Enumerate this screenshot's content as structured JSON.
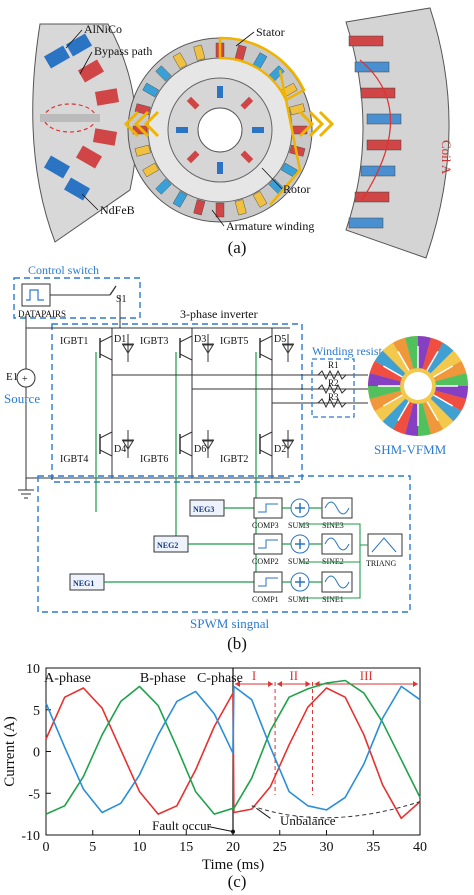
{
  "panel_a": {
    "labels": {
      "alnico": "AlNiCo",
      "bypass": "Bypass path",
      "ndfeb": "NdFeB",
      "stator": "Stator",
      "rotor": "Rotor",
      "armature": "Armature winding",
      "coil": "Coil A"
    },
    "caption": "(a)"
  },
  "panel_b": {
    "labels": {
      "control_switch": "Control switch",
      "datapairs": "DATAPAIRS",
      "s1": "S1",
      "inverter": "3-phase inverter",
      "winding_resistance": "Winding resistance",
      "e1": "E1",
      "source": "Source",
      "machine": "SHM-VFMM",
      "spwm": "SPWM singnal",
      "igbt1": "IGBT1",
      "igbt3": "IGBT3",
      "igbt5": "IGBT5",
      "igbt4": "IGBT4",
      "igbt6": "IGBT6",
      "igbt2": "IGBT2",
      "d1": "D1",
      "d3": "D3",
      "d5": "D5",
      "d4": "D4",
      "d6": "D6",
      "d2": "D2",
      "r1": "R1",
      "r2": "R2",
      "r3": "R3",
      "neg1": "NEG1",
      "neg2": "NEG2",
      "neg3": "NEG3",
      "comp1": "COMP1",
      "comp2": "COMP2",
      "comp3": "COMP3",
      "sum1": "SUM1",
      "sum2": "SUM2",
      "sum3": "SUM3",
      "sine1": "SINE1",
      "sine2": "SINE2",
      "sine3": "SINE3",
      "triang": "TRIANG"
    },
    "caption": "(b)"
  },
  "panel_c": {
    "caption": "(c)",
    "annotations": {
      "fault": "Fault occur",
      "unbalance": "Unbalance",
      "seg1": "I",
      "seg2": "II",
      "seg3": "III"
    },
    "chart_data": {
      "type": "line",
      "xlabel": "Time (ms)",
      "ylabel": "Current (A)",
      "xlim": [
        0,
        40
      ],
      "ylim": [
        -10,
        10
      ],
      "xticks": [
        0,
        5,
        10,
        15,
        20,
        25,
        30,
        35,
        40
      ],
      "yticks": [
        -10,
        -5,
        0,
        5,
        10
      ],
      "fault_time": 20,
      "segment_boundaries": [
        24.5,
        28.5
      ],
      "series": [
        {
          "name": "A-phase",
          "color": "#e8312f",
          "x": [
            0,
            2,
            4,
            6,
            8,
            10,
            12,
            14,
            16,
            18,
            20,
            20.1,
            22,
            24,
            26,
            28,
            30,
            32,
            34,
            36,
            38,
            40
          ],
          "y": [
            1.5,
            6.5,
            7.6,
            5.2,
            0.2,
            -4.8,
            -7.5,
            -6.5,
            -2.2,
            3.0,
            7.0,
            -7.3,
            -6.9,
            -4.2,
            0.8,
            5.3,
            7.6,
            6.5,
            2.0,
            -4.0,
            -8.0,
            -6.0
          ]
        },
        {
          "name": "B-phase",
          "color": "#1fa24a",
          "x": [
            0,
            2,
            4,
            6,
            8,
            10,
            12,
            14,
            16,
            18,
            20,
            20.1,
            22,
            24,
            26,
            28,
            30,
            32,
            34,
            36,
            38,
            40
          ],
          "y": [
            -7.5,
            -6.5,
            -3.0,
            2.0,
            6.0,
            7.8,
            5.5,
            0.5,
            -4.8,
            -7.5,
            -6.8,
            -6.8,
            -3.2,
            2.5,
            6.5,
            7.5,
            8.2,
            8.5,
            7.0,
            3.5,
            -1.0,
            -5.5
          ]
        },
        {
          "name": "C-phase",
          "color": "#2a8fd8",
          "x": [
            0,
            2,
            4,
            6,
            8,
            10,
            12,
            14,
            16,
            18,
            20,
            20.1,
            22,
            24,
            26,
            28,
            30,
            32,
            34,
            36,
            38,
            40
          ],
          "y": [
            5.8,
            0.5,
            -4.5,
            -7.3,
            -6.2,
            -2.8,
            2.0,
            6.0,
            7.2,
            4.5,
            -0.2,
            7.8,
            6.2,
            0.5,
            -4.8,
            -6.5,
            -7.0,
            -5.5,
            -1.5,
            4.0,
            7.8,
            6.2
          ]
        }
      ]
    }
  },
  "colors": {
    "blue_dash": "#2b7bd0",
    "green_wire": "#1f9a4a",
    "magnet_blue": "#2b74c4",
    "magnet_red": "#d04545",
    "yellow": "#f0b400"
  }
}
